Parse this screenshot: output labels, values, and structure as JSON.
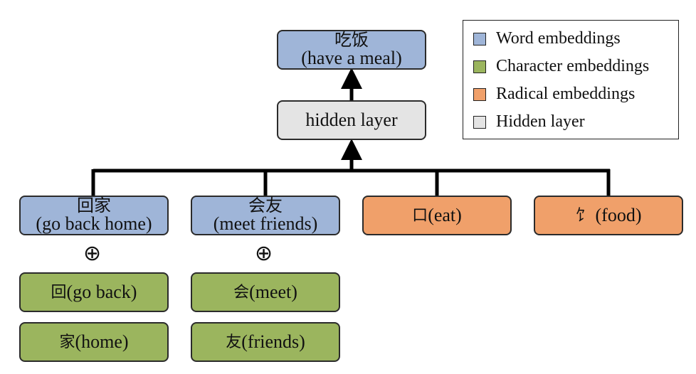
{
  "output": {
    "zh": "吃饭",
    "en": "(have a meal)"
  },
  "hidden_layer": {
    "label": "hidden layer"
  },
  "words": [
    {
      "zh": "回家",
      "en": "(go back home)"
    },
    {
      "zh": "会友",
      "en": "(meet friends)"
    }
  ],
  "radicals": [
    {
      "glyph": "口",
      "en": "(eat)"
    },
    {
      "glyph": "饣",
      "en": "(food)"
    }
  ],
  "characters": [
    {
      "glyph": "回",
      "en": "(go back)"
    },
    {
      "glyph": "家",
      "en": "(home)"
    },
    {
      "glyph": "会",
      "en": "(meet)"
    },
    {
      "glyph": "友",
      "en": "(friends)"
    }
  ],
  "operator": "⊕",
  "legend": {
    "items": [
      {
        "label": "Word embeddings",
        "color": "#9fb5d8"
      },
      {
        "label": "Character embeddings",
        "color": "#9bb55e"
      },
      {
        "label": "Radical embeddings",
        "color": "#f0a06a"
      },
      {
        "label": "Hidden layer",
        "color": "#e4e4e4"
      }
    ]
  }
}
